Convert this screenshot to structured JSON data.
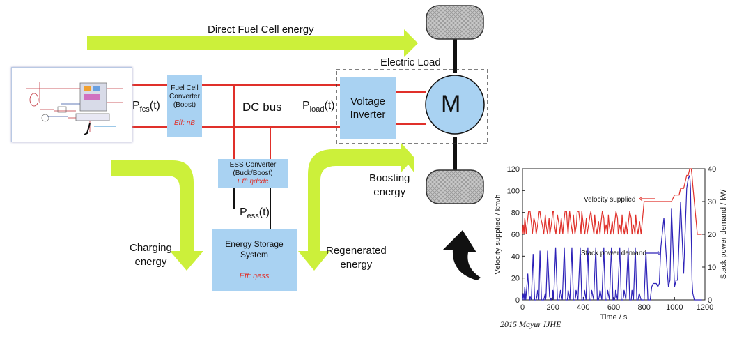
{
  "arrows": {
    "direct": "Direct Fuel Cell energy",
    "charging": [
      "Charging",
      "energy"
    ],
    "regenerated": [
      "Regenerated",
      "energy"
    ],
    "boosting": [
      "Boosting",
      "energy"
    ]
  },
  "load": {
    "label": "Electric Load",
    "motor": "M"
  },
  "bus": {
    "label": "DC bus"
  },
  "power": {
    "fcs_p": "P",
    "fcs_sub": "fcs",
    "fcs_t": "(t)",
    "load_p": "P",
    "load_sub": "load",
    "load_t": "(t)",
    "ess_p": "P",
    "ess_sub": "ess",
    "ess_t": "(t)"
  },
  "blocks": {
    "fc_converter": {
      "lines": [
        "Fuel Cell",
        "Converter",
        "(Boost)"
      ],
      "eff": "Eff: ηB"
    },
    "inverter": {
      "lines": [
        "Voltage",
        "Inverter"
      ]
    },
    "ess_converter": {
      "lines": [
        "ESS Converter",
        "(Buck/Boost)"
      ],
      "eff": "Eff: ηdcdc"
    },
    "storage": {
      "lines": [
        "Energy Storage",
        "System"
      ],
      "eff": "Eff: ηess"
    }
  },
  "citation": "2015 Mayur IJHE",
  "chart_data": {
    "type": "line",
    "xlabel": "Time  /  s",
    "ylabel_left": "Velocity supplied  /  km/h",
    "ylabel_right": "Stack power demand  /  kW",
    "xlim": [
      0,
      1200
    ],
    "ylim_left": [
      0,
      120
    ],
    "ylim_right": [
      0,
      40
    ],
    "x_ticks": [
      "0",
      "200",
      "400",
      "600",
      "800",
      "1000",
      "1200"
    ],
    "y_ticks_left": [
      "0",
      "20",
      "40",
      "60",
      "80",
      "100",
      "120"
    ],
    "y_ticks_right": [
      "0",
      "10",
      "20",
      "30",
      "40"
    ],
    "series": [
      {
        "name": "Velocity supplied",
        "axis": "right",
        "color": "#e0302a",
        "x": [
          0,
          5,
          10,
          15,
          20,
          25,
          30,
          40,
          50,
          60,
          65,
          75,
          85,
          90,
          100,
          110,
          115,
          120,
          130,
          140,
          150,
          155,
          165,
          175,
          180,
          190,
          200,
          205,
          210,
          220,
          230,
          240,
          245,
          255,
          265,
          270,
          280,
          290,
          295,
          300,
          310,
          320,
          330,
          335,
          345,
          355,
          360,
          370,
          380,
          385,
          390,
          400,
          410,
          420,
          425,
          435,
          445,
          450,
          460,
          470,
          475,
          480,
          490,
          500,
          510,
          515,
          525,
          535,
          540,
          550,
          560,
          565,
          570,
          580,
          590,
          600,
          605,
          615,
          625,
          630,
          640,
          650,
          655,
          660,
          670,
          680,
          690,
          695,
          705,
          715,
          720,
          730,
          740,
          745,
          750,
          760,
          770,
          780,
          790,
          800,
          820,
          830,
          840,
          850,
          860,
          870,
          880,
          900,
          920,
          940,
          960,
          980,
          1000,
          1020,
          1030,
          1040,
          1060,
          1070,
          1080,
          1090,
          1100,
          1110,
          1115,
          1120,
          1130,
          1140,
          1150,
          1160,
          1180
        ],
        "y": [
          20,
          23,
          20,
          25,
          23,
          20,
          23,
          27,
          27,
          23,
          20,
          25,
          23,
          20,
          23,
          27,
          27,
          25,
          23,
          20,
          26,
          23,
          20,
          25,
          20,
          23,
          27,
          27,
          23,
          20,
          26,
          23,
          20,
          25,
          20,
          23,
          27,
          27,
          23,
          20,
          27,
          23,
          20,
          26,
          20,
          23,
          27,
          27,
          23,
          20,
          27,
          23,
          20,
          25,
          20,
          23,
          26,
          27,
          23,
          20,
          26,
          23,
          20,
          24,
          20,
          23,
          27,
          25,
          20,
          23,
          20,
          26,
          23,
          20,
          24,
          20,
          23,
          27,
          25,
          20,
          23,
          20,
          26,
          23,
          20,
          24,
          20,
          23,
          27,
          25,
          20,
          23,
          20,
          26,
          23,
          20,
          24,
          20,
          25,
          30,
          30,
          30,
          30,
          30,
          30,
          30,
          30,
          30,
          30,
          30,
          30,
          30,
          32,
          32,
          32,
          34,
          34,
          36,
          38,
          38,
          40,
          40,
          38,
          35,
          30,
          25,
          20,
          20,
          20
        ]
      },
      {
        "name": "Stack power demand",
        "axis": "right",
        "color": "#2d22b8",
        "x": [
          0,
          5,
          10,
          15,
          22,
          35,
          45,
          48,
          50,
          58,
          70,
          80,
          90,
          95,
          100,
          108,
          115,
          125,
          140,
          150,
          152,
          155,
          165,
          178,
          188,
          198,
          200,
          205,
          218,
          230,
          240,
          245,
          250,
          262,
          275,
          285,
          295,
          298,
          300,
          312,
          325,
          335,
          345,
          350,
          352,
          365,
          380,
          390,
          400,
          405,
          408,
          418,
          430,
          440,
          450,
          452,
          455,
          468,
          482,
          492,
          500,
          505,
          510,
          522,
          535,
          545,
          555,
          557,
          560,
          572,
          585,
          595,
          605,
          610,
          612,
          625,
          640,
          650,
          660,
          665,
          668,
          680,
          695,
          705,
          715,
          717,
          720,
          730,
          742,
          752,
          760,
          768,
          780,
          790,
          800,
          812,
          825,
          835,
          840,
          850,
          860,
          880,
          890,
          900,
          910,
          930,
          950,
          960,
          970,
          980,
          1000,
          1010,
          1020,
          1040,
          1060,
          1080,
          1090,
          1100,
          1105,
          1110,
          1115,
          1120,
          1130,
          1140,
          1160,
          1180
        ],
        "y": [
          0,
          2,
          0,
          4,
          0,
          8,
          0,
          0,
          1,
          0,
          14,
          0,
          0,
          1,
          3,
          0,
          15,
          0,
          0,
          2,
          0,
          1,
          15,
          1,
          0,
          1,
          3,
          0,
          16,
          0,
          0,
          1,
          3,
          0,
          16,
          0,
          0,
          1,
          3,
          0,
          16,
          0,
          0,
          1,
          3,
          0,
          16,
          0,
          0,
          1,
          3,
          0,
          16,
          0,
          0,
          1,
          3,
          0,
          16,
          0,
          0,
          1,
          3,
          0,
          16,
          0,
          0,
          1,
          3,
          0,
          16,
          0,
          0,
          1,
          3,
          0,
          16,
          0,
          0,
          1,
          3,
          0,
          16,
          0,
          0,
          1,
          3,
          0,
          16,
          0,
          0,
          2,
          0,
          0,
          0,
          15,
          0,
          0,
          0,
          4,
          5,
          5,
          4,
          5,
          16,
          25,
          10,
          4,
          6,
          28,
          4,
          6,
          6,
          30,
          8,
          34,
          37,
          38,
          34,
          20,
          6,
          2,
          0,
          0,
          0,
          0
        ]
      }
    ],
    "legend": [
      "Velocity supplied",
      "Stack power demand"
    ]
  }
}
